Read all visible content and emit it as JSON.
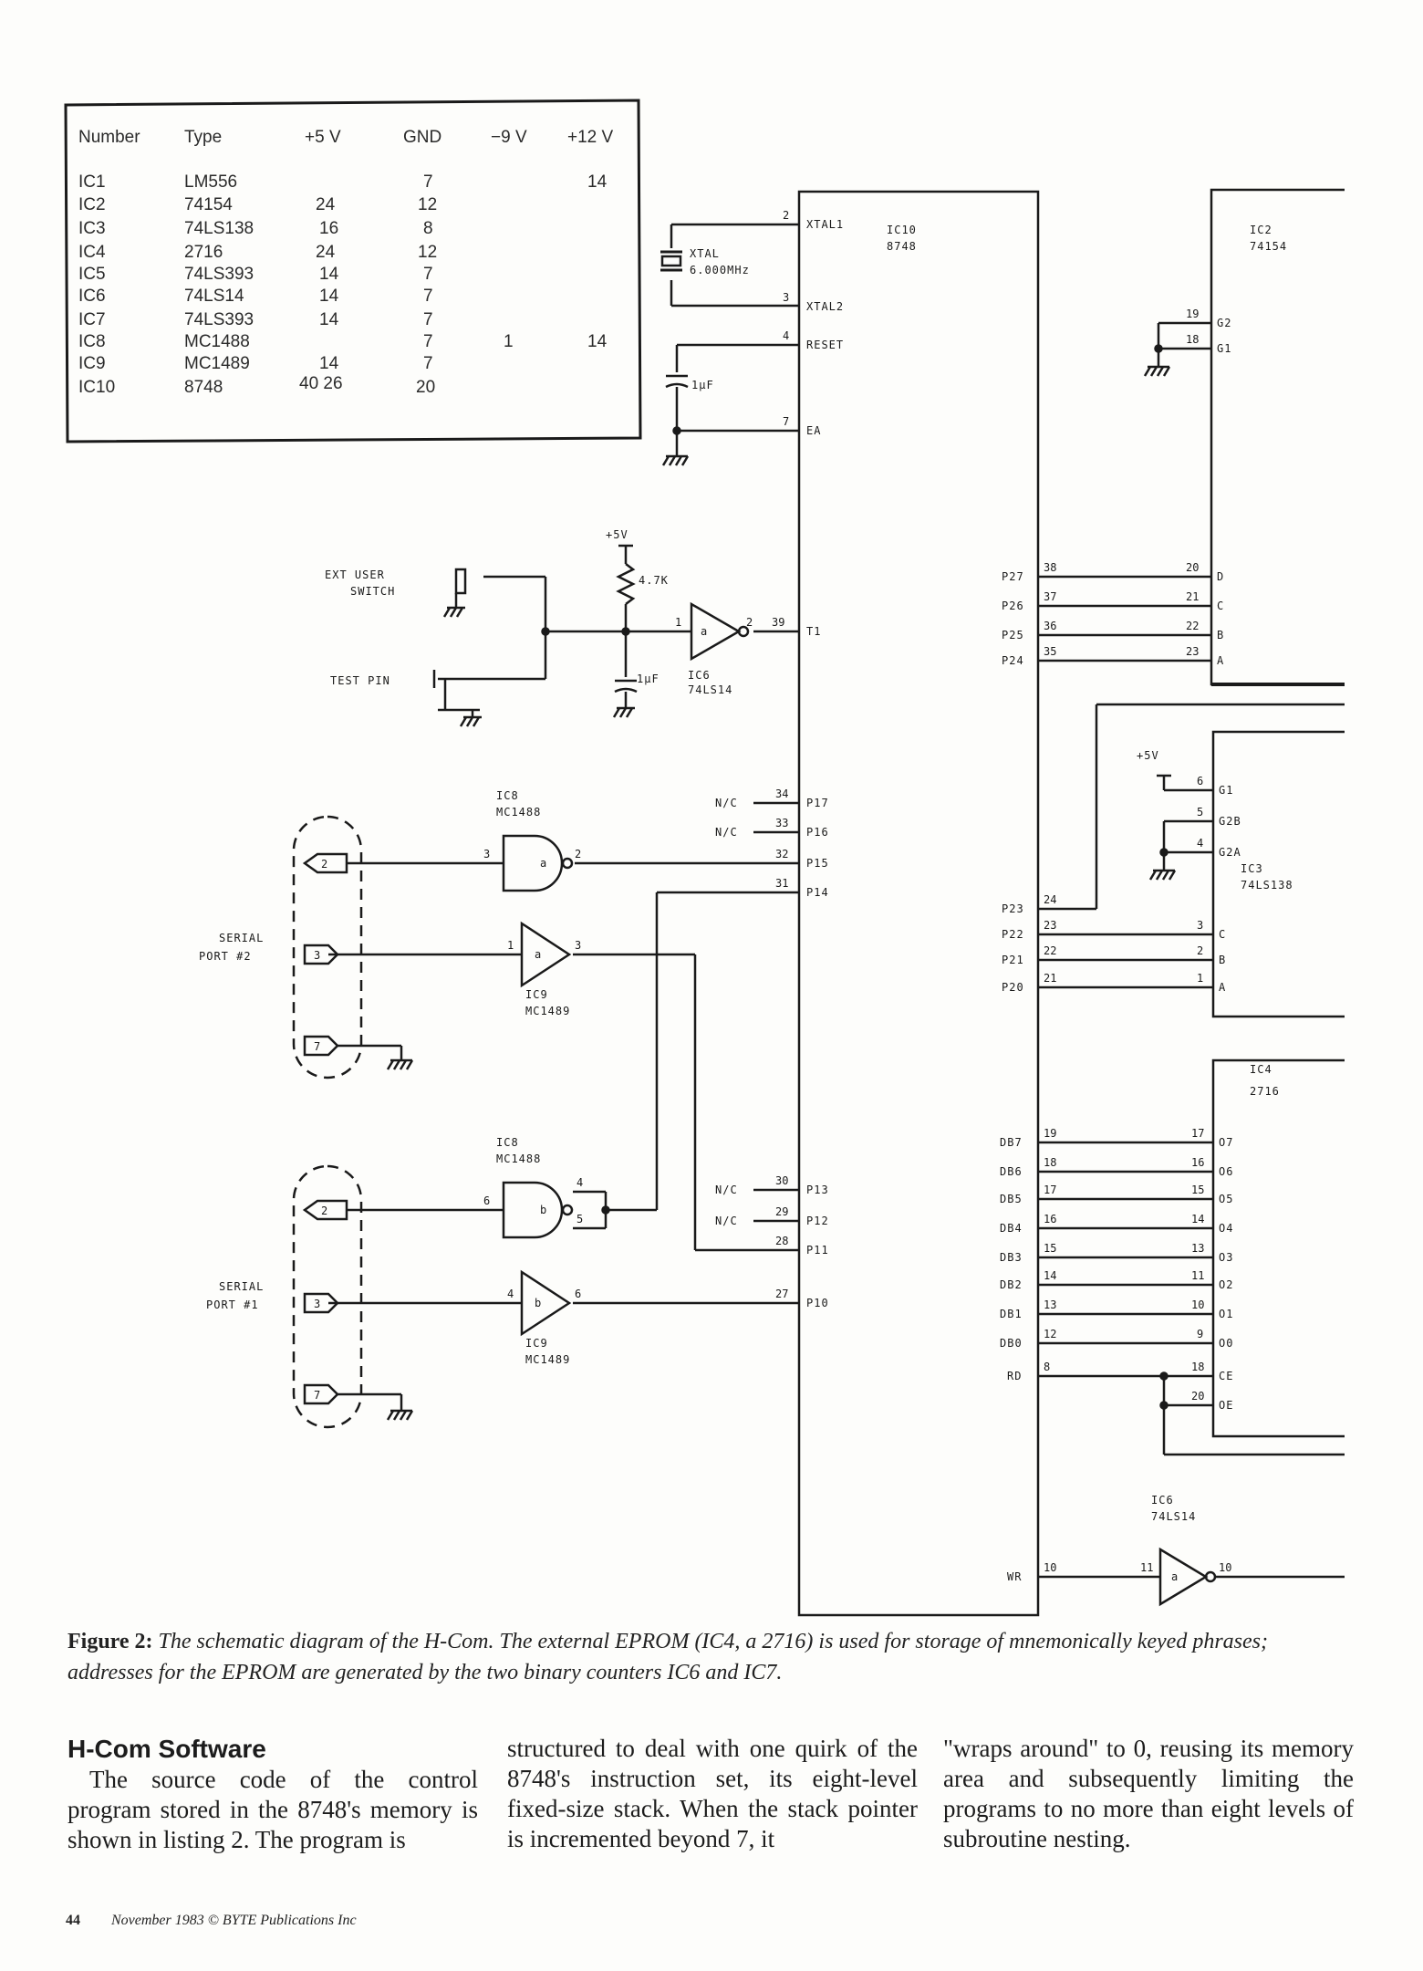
{
  "power_table": {
    "headers": [
      "Number",
      "Type",
      "+5 V",
      "GND",
      "−9 V",
      "+12 V"
    ],
    "rows": [
      [
        "IC1",
        "LM556",
        "",
        "7",
        "",
        "14"
      ],
      [
        "IC2",
        "74154",
        "24",
        "12",
        "",
        ""
      ],
      [
        "IC3",
        "74LS138",
        "16",
        "8",
        "",
        ""
      ],
      [
        "IC4",
        "2716",
        "24",
        "12",
        "",
        ""
      ],
      [
        "IC5",
        "74LS393",
        "14",
        "7",
        "",
        ""
      ],
      [
        "IC6",
        "74LS14",
        "14",
        "7",
        "",
        ""
      ],
      [
        "IC7",
        "74LS393",
        "14",
        "7",
        "",
        ""
      ],
      [
        "IC8",
        "MC1488",
        "",
        "7",
        "1",
        "14"
      ],
      [
        "IC9",
        "MC1489",
        "14",
        "7",
        "",
        ""
      ],
      [
        "IC10",
        "8748",
        "40 26",
        "20",
        "",
        ""
      ]
    ]
  },
  "schematic": {
    "ic10_name": "IC10",
    "ic10_type": "8748",
    "ic2_name": "IC2",
    "ic2_type": "74154",
    "ic3_name": "IC3",
    "ic3_type": "74LS138",
    "ic4_name": "IC4",
    "ic4_type": "2716",
    "ic6_name": "IC6",
    "ic6_type": "74LS14",
    "ic8_name": "IC8",
    "ic8_type": "MC1488",
    "ic9_name": "IC9",
    "ic9_type": "MC1489",
    "xtal_label": "XTAL",
    "xtal_freq": "6.000MHz",
    "cap_1uf": "1µF",
    "res_47k": "4.7K",
    "plus5v": "+5V",
    "ext_user": "EXT USER",
    "switch": "SWITCH",
    "test_pin": "TEST PIN",
    "serial2_a": "SERIAL",
    "serial2_b": "PORT #2",
    "serial1_a": "SERIAL",
    "serial1_b": "PORT #1",
    "nc": "N/C",
    "pins_8748_left": [
      "XTAL1",
      "XTAL2",
      "RESET",
      "EA",
      "T1",
      "P17",
      "P16",
      "P15",
      "P14",
      "P13",
      "P12",
      "P11",
      "P10"
    ],
    "pins_8748_right": [
      "P27",
      "P26",
      "P25",
      "P24",
      "P23",
      "P22",
      "P21",
      "P20",
      "DB7",
      "DB6",
      "DB5",
      "DB4",
      "DB3",
      "DB2",
      "DB1",
      "DB0",
      "RD",
      "WR"
    ],
    "pins_2716": [
      "O7",
      "O6",
      "O5",
      "O4",
      "O3",
      "O2",
      "O1",
      "O0",
      "CE",
      "OE"
    ],
    "pins_74154": [
      "G2",
      "G1",
      "D",
      "C",
      "B",
      "A"
    ],
    "pins_138": [
      "G1",
      "G2B",
      "G2A",
      "C",
      "B",
      "A"
    ],
    "gate_marks": {
      "ic8a": "a",
      "ic8b": "b",
      "ic9a": "a",
      "ic9b": "b",
      "ic6a": "a",
      "ic6b": "a"
    }
  },
  "caption": {
    "label": "Figure 2:",
    "text": "The schematic diagram of the H-Com. The external EPROM (IC4, a 2716) is used for storage of mnemonically keyed phrases; addresses for the EPROM are generated by the two binary counters IC6 and IC7."
  },
  "article": {
    "heading": "H-Com Software",
    "col1": "The source code of the control program stored in the 8748's memory is shown in listing 2. The program is",
    "col2": "structured to deal with one quirk of the 8748's instruction set, its eight-level fixed-size stack. When the stack pointer is incremented beyond 7, it",
    "col3": "\"wraps around\" to 0, reusing its memory area and subsequently limiting the programs to no more than eight levels of subroutine nesting."
  },
  "footer": {
    "page": "44",
    "credit": "November 1983 © BYTE Publications Inc"
  }
}
